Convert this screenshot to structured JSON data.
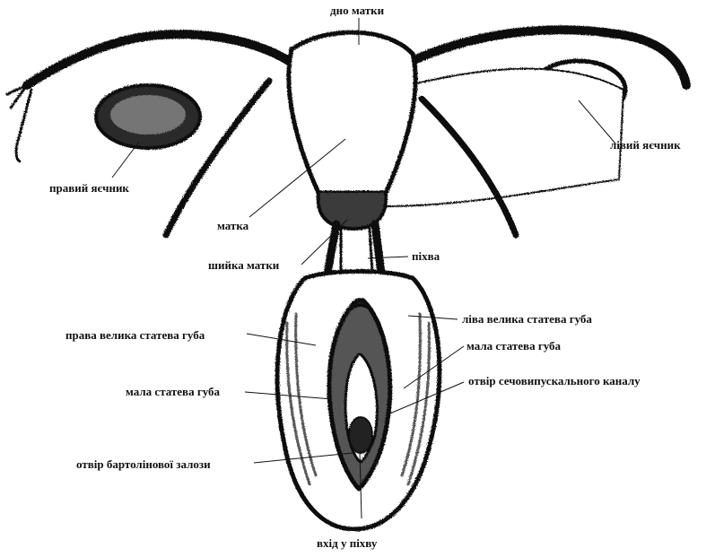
{
  "labels": {
    "fundus": "дно матки",
    "right_ovary": "правий яєчник",
    "left_ovary": "лівий яєчник",
    "uterus": "матка",
    "cervix": "шийка матки",
    "vagina": "піхва",
    "right_labia_majora": "права велика статева губа",
    "left_labia_majora": "ліва велика статева губа",
    "labia_minora_left": "мала статева губа",
    "labia_minora_right": "мала статева губа",
    "urethral_opening": "отвір сечовипускального каналу",
    "bartholin_opening": "отвір бартолінової залози",
    "vaginal_entrance": "вхід у піхву"
  },
  "colors": {
    "ink": "#111111",
    "paper": "#ffffff"
  }
}
